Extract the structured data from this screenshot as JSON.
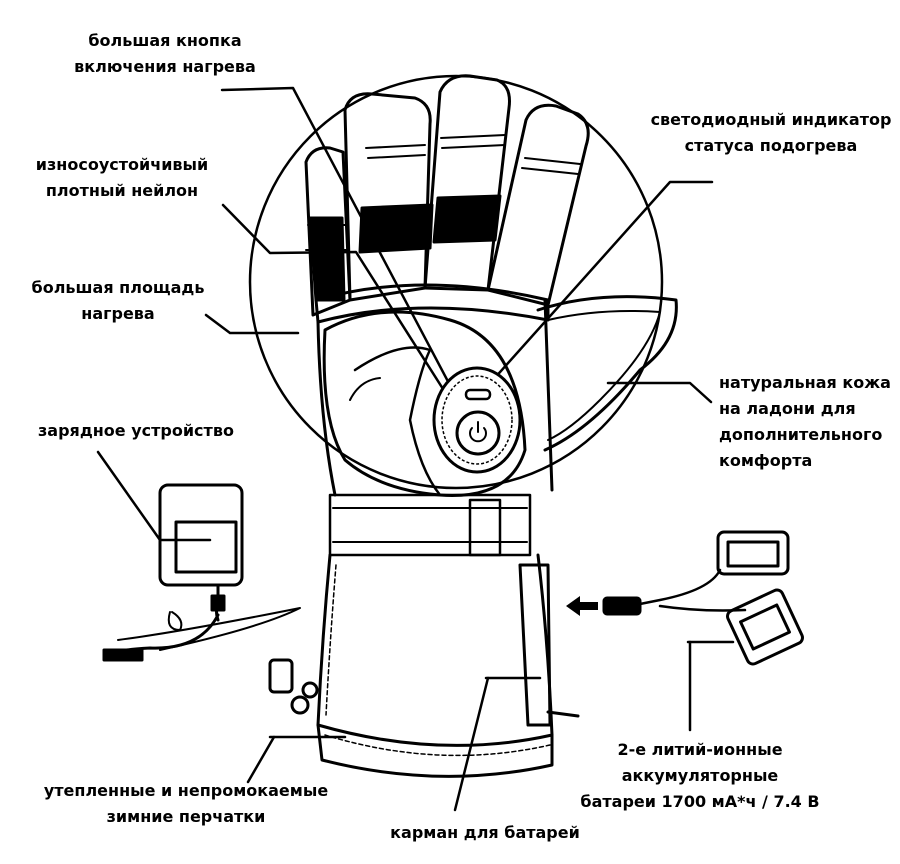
{
  "labels": {
    "heat_button": [
      "большая кнопка",
      "включения нагрева"
    ],
    "nylon": [
      "износоустойчивый",
      "плотный нейлон"
    ],
    "heat_area": [
      "большая площадь",
      "нагрева"
    ],
    "charger": [
      "зарядное устройство"
    ],
    "gloves": [
      "утепленные и непромокаемые",
      "зимние перчатки"
    ],
    "pocket": [
      "карман для батарей"
    ],
    "batteries": [
      "2-е литий-ионные",
      "аккумуляторные",
      "батареи 1700 мА*ч / 7.4 В"
    ],
    "leather": [
      "натуральная кожа",
      "на ладони для",
      "дополнительного",
      "комфорта"
    ],
    "led": [
      "светодиодный индикатор",
      "статуса подогрева"
    ]
  },
  "icons": {
    "power_button": "power-icon",
    "arrow": "arrow-left-icon"
  }
}
